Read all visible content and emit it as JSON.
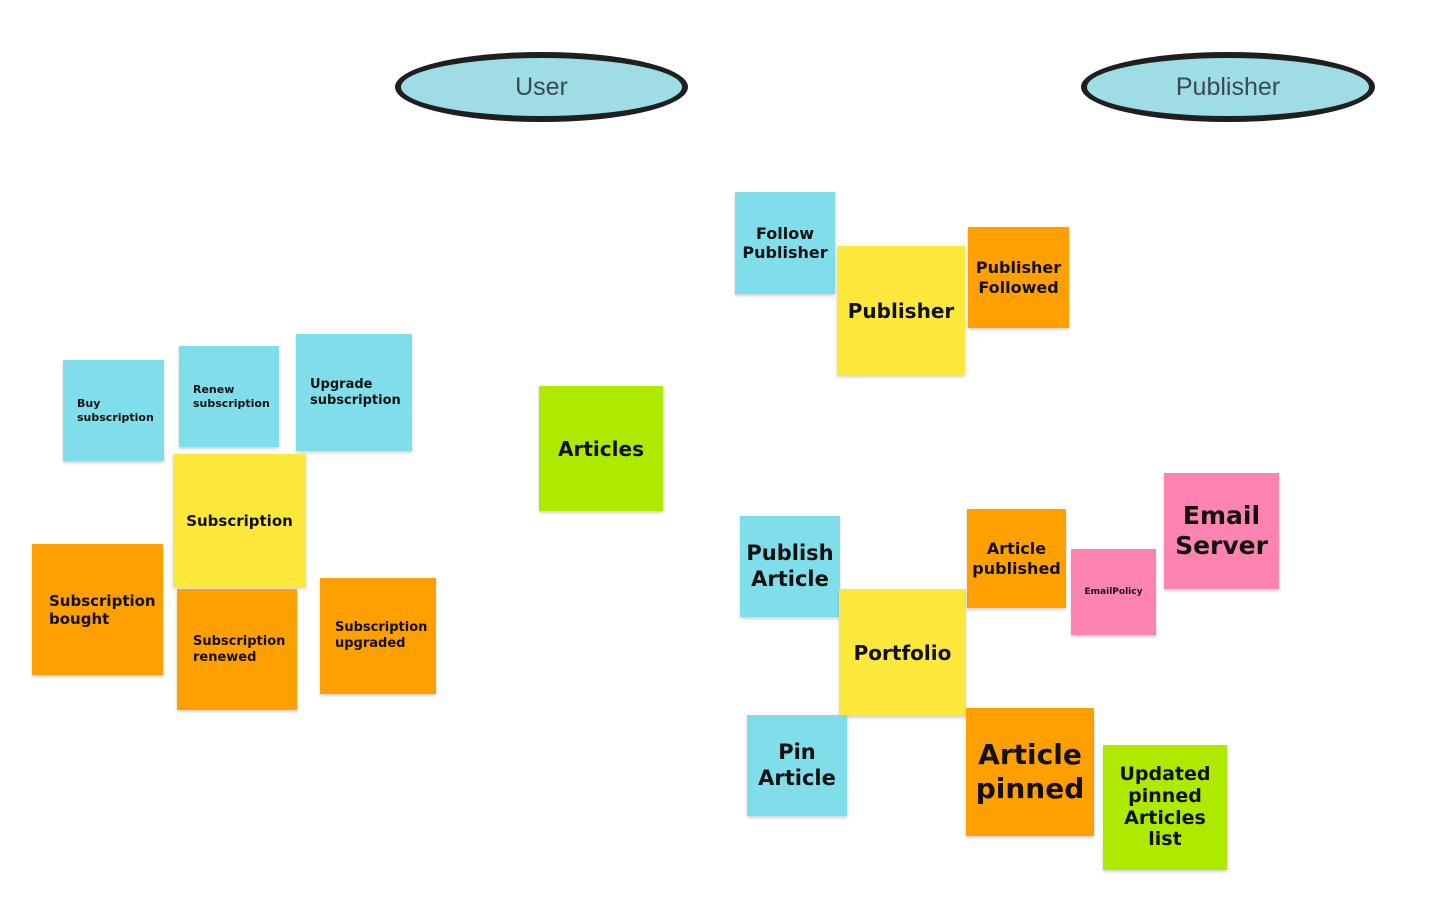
{
  "colors": {
    "command": "#80deea",
    "aggregate": "#fde83b",
    "event": "#ff9f00",
    "entity": "#adea00",
    "policy": "#fd84b1",
    "actor_fill": "#9fdde6",
    "actor_border": "#1f1f1f"
  },
  "actors": {
    "user": "User",
    "publisher": "Publisher"
  },
  "subscription_group": {
    "buy_command": "Buy\nsubscription",
    "renew_command": "Renew\nsubscription",
    "upgrade_command": "Upgrade\nsubscription",
    "aggregate": "Subscription",
    "bought_event": "Subscription\nbought",
    "renewed_event": "Subscription\nrenewed",
    "upgraded_event": "Subscription\nupgraded"
  },
  "articles_entity": "Articles",
  "publisher_group": {
    "follow_command": "Follow\nPublisher",
    "aggregate": "Publisher",
    "followed_event": "Publisher\nFollowed"
  },
  "portfolio_group": {
    "publish_command": "Publish\nArticle",
    "aggregate": "Portfolio",
    "published_event": "Article\npublished",
    "email_policy": "EmailPolicy",
    "email_system": "Email\nServer",
    "pin_command": "Pin\nArticle",
    "pinned_event": "Article\npinned",
    "updated_entity": "Updated\npinned\nArticles\nlist"
  }
}
